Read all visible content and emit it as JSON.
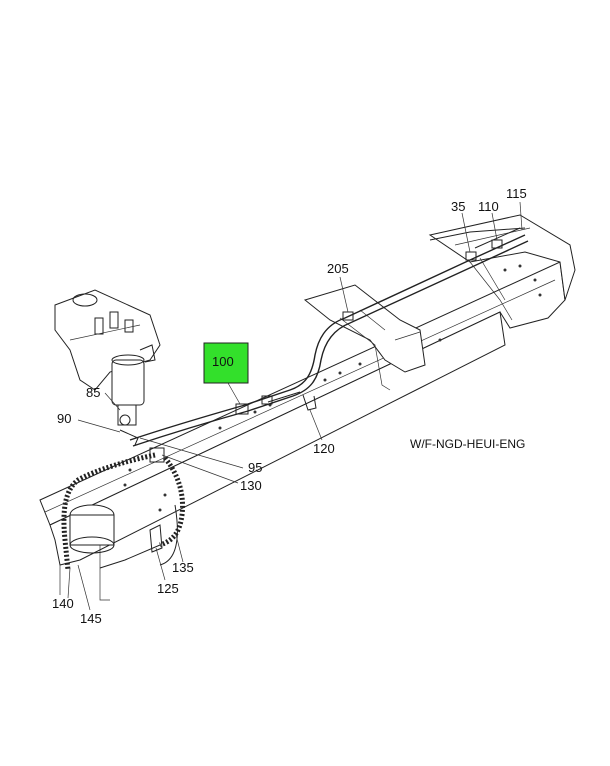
{
  "drawing_code": "W/F-NGD-HEUI-ENG",
  "highlight_color": "#33e02b",
  "highlighted_callout": "100",
  "callouts": {
    "c115": "115",
    "c110": "110",
    "c35": "35",
    "c205": "205",
    "c100": "100",
    "c85": "85",
    "c90": "90",
    "c120": "120",
    "c95": "95",
    "c130": "130",
    "c135": "135",
    "c125": "125",
    "c140": "140",
    "c145": "145"
  }
}
